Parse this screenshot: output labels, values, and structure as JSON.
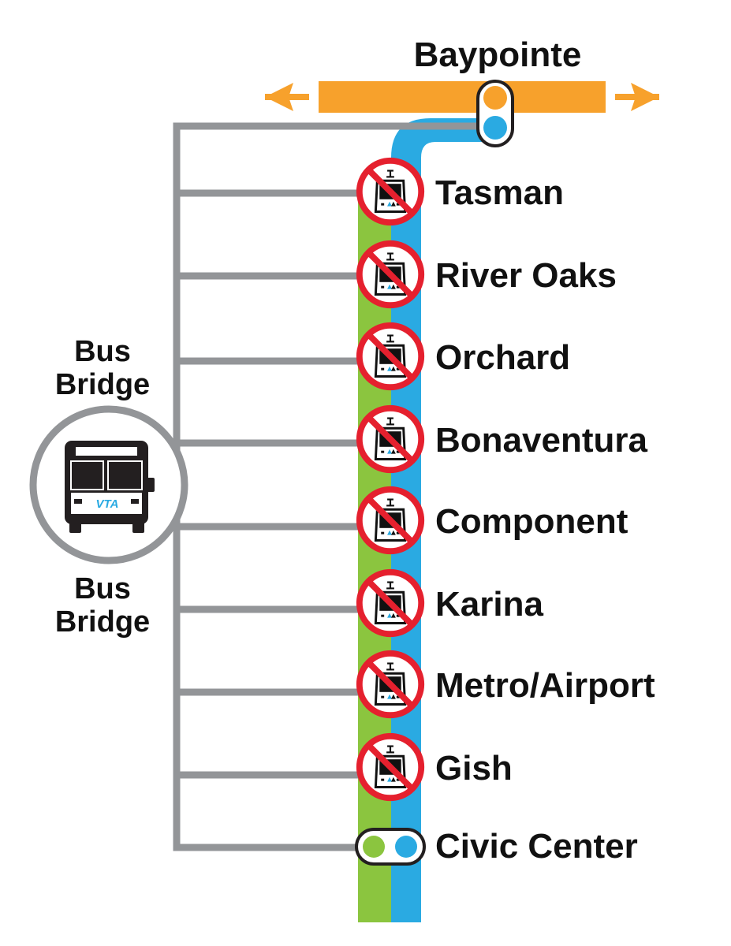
{
  "colors": {
    "orange_line": "#F7A12C",
    "green_line": "#8BC53F",
    "blue_line": "#2AAAE2",
    "bus_bridge": "#939598",
    "closed_symbol": "#E5202E",
    "text": "#111111",
    "vta_logo_blue": "#2AAAE2"
  },
  "top_terminal": {
    "name": "Baypointe",
    "lines": [
      "orange",
      "blue"
    ]
  },
  "bus_bridge": {
    "label_top": [
      "Bus",
      "Bridge"
    ],
    "label_bottom": [
      "Bus",
      "Bridge"
    ],
    "icon": "bus-icon",
    "logo_text": "VTA"
  },
  "closed_stations": [
    {
      "name": "Tasman",
      "status": "closed",
      "icon": "no-train-icon"
    },
    {
      "name": "River Oaks",
      "status": "closed",
      "icon": "no-train-icon"
    },
    {
      "name": "Orchard",
      "status": "closed",
      "icon": "no-train-icon"
    },
    {
      "name": "Bonaventura",
      "status": "closed",
      "icon": "no-train-icon"
    },
    {
      "name": "Component",
      "status": "closed",
      "icon": "no-train-icon"
    },
    {
      "name": "Karina",
      "status": "closed",
      "icon": "no-train-icon"
    },
    {
      "name": "Metro/Airport",
      "status": "closed",
      "icon": "no-train-icon"
    },
    {
      "name": "Gish",
      "status": "closed",
      "icon": "no-train-icon"
    }
  ],
  "bottom_terminal": {
    "name": "Civic Center",
    "lines": [
      "green",
      "blue"
    ]
  }
}
